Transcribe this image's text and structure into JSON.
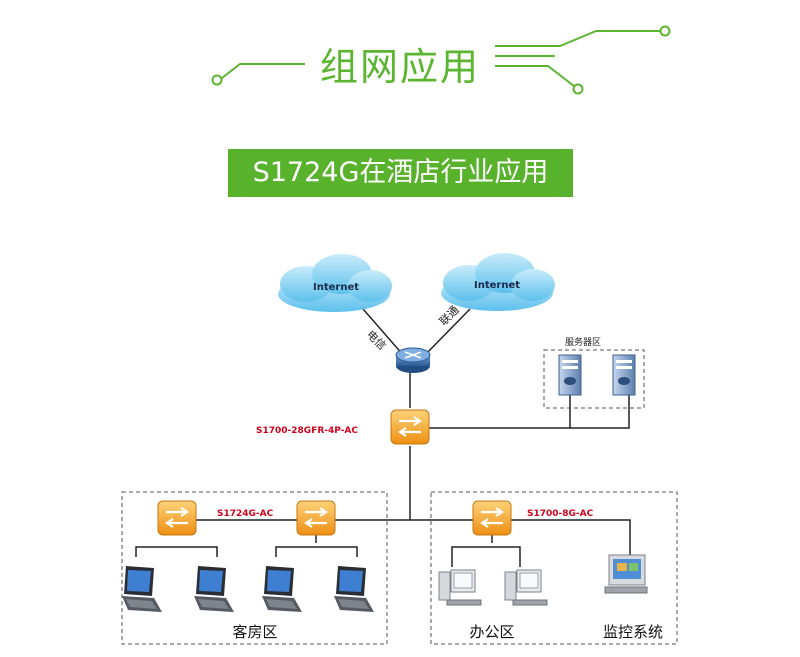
{
  "header": {
    "section_title": "组网应用",
    "banner_text": "S1724G在酒店行业应用"
  },
  "colors": {
    "accent_green": "#5cb531",
    "banner_green": "#58b22c",
    "switch_orange": "#f4a623",
    "model_label_red": "#d0021b",
    "cloud_blue": "#7fd0f2"
  },
  "diagram": {
    "clouds": [
      "Internet",
      "Internet"
    ],
    "isp_left": "电信",
    "isp_right": "联通",
    "core_switch": "S1700-28GFR-4P-AC",
    "server_zone": "服务器区",
    "guest_switch": "S1724G-AC",
    "office_switch": "S1700-8G-AC",
    "guest_zone": "客房区",
    "office_zone": "办公区",
    "monitor_zone": "监控系统"
  }
}
